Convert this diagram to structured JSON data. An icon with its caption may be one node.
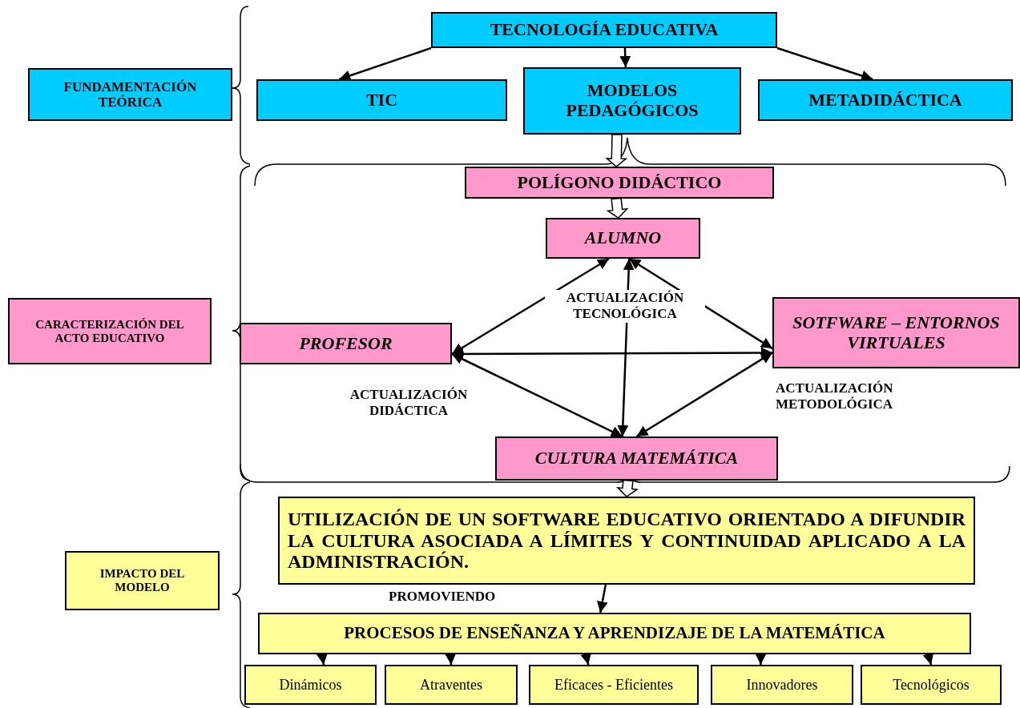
{
  "diagram": {
    "nodes": [
      {
        "text": [
          "FUNDAMENTACIÓN TEÓRICA"
        ]
      },
      {
        "text": [
          "TECNOLOGÍA EDUCATIVA"
        ]
      },
      {
        "text": [
          "TIC"
        ]
      },
      {
        "text": [
          "MODELOS PEDAGÓGICOS"
        ]
      },
      {
        "text": [
          "METADIDÁCTICA"
        ]
      },
      {
        "text": [
          "CARACTERIZACIÓN DEL ACTO EDUCATIVO"
        ]
      },
      {
        "text": [
          "POLÍGONO DIDÁCTICO"
        ]
      },
      {
        "text": [
          "ALUMNO"
        ]
      },
      {
        "text": [
          "PROFESOR"
        ]
      },
      {
        "text": [
          "SOTFWARE – ENTORNOS VIRTUALES"
        ]
      },
      {
        "text": [
          "CULTURA MATEMÁTICA"
        ]
      },
      {
        "text": [
          "IMPACTO DEL MODELO"
        ]
      },
      {
        "text": [
          "UTILIZACIÓN DE UN SOFTWARE EDUCATIVO ORIENTADO A DIFUNDIR LA CULTURA ASOCIADA A LÍMITES Y CONTINUIDAD APLICADO A LA ADMINISTRACIÓN."
        ]
      },
      {
        "text": [
          "PROCESOS DE ENSEÑANZA Y APRENDIZAJE DE LA MATEMÁTICA"
        ]
      },
      {
        "text": [
          "Dinámicos"
        ]
      },
      {
        "text": [
          "Atraventes"
        ]
      },
      {
        "text": [
          "Eficaces - Eficientes"
        ]
      },
      {
        "text": [
          "Innovadores"
        ]
      },
      {
        "text": [
          "Tecnológicos"
        ]
      }
    ],
    "edges": [
      {
        "from": 1,
        "to": 2,
        "arrow": "to"
      },
      {
        "from": 1,
        "to": 3,
        "arrow": "to"
      },
      {
        "from": 1,
        "to": 4,
        "arrow": "to"
      },
      {
        "from": 3,
        "to": 6,
        "arrow": "to",
        "style": "thick"
      },
      {
        "from": 6,
        "to": 7,
        "arrow": "to",
        "style": "thick"
      },
      {
        "from": 8,
        "to": 7,
        "arrow": "both"
      },
      {
        "from": 7,
        "to": 10,
        "arrow": "both"
      },
      {
        "from": 7,
        "to": 9,
        "arrow": "both"
      },
      {
        "from": 8,
        "to": 9,
        "arrow": "both"
      },
      {
        "from": 8,
        "to": 10,
        "arrow": "both"
      },
      {
        "from": 9,
        "to": 10,
        "arrow": "both"
      },
      {
        "from": 10,
        "to": 12,
        "arrow": "to",
        "style": "thick"
      },
      {
        "from": 12,
        "to": 13,
        "arrow": "to"
      },
      {
        "from": 13,
        "to": 14,
        "arrow": "to"
      },
      {
        "from": 13,
        "to": 15,
        "arrow": "to"
      },
      {
        "from": 13,
        "to": 16,
        "arrow": "to"
      },
      {
        "from": 13,
        "to": 17,
        "arrow": "to"
      },
      {
        "from": 13,
        "to": 18,
        "arrow": "to"
      }
    ],
    "labels": [
      "ACTUALIZACIÓN TECNOLÓGICA",
      "ACTUALIZACIÓN DIDÁCTICA",
      "ACTUALIZACIÓN METODOLÓGICA",
      "PROMOVIENDO"
    ]
  }
}
